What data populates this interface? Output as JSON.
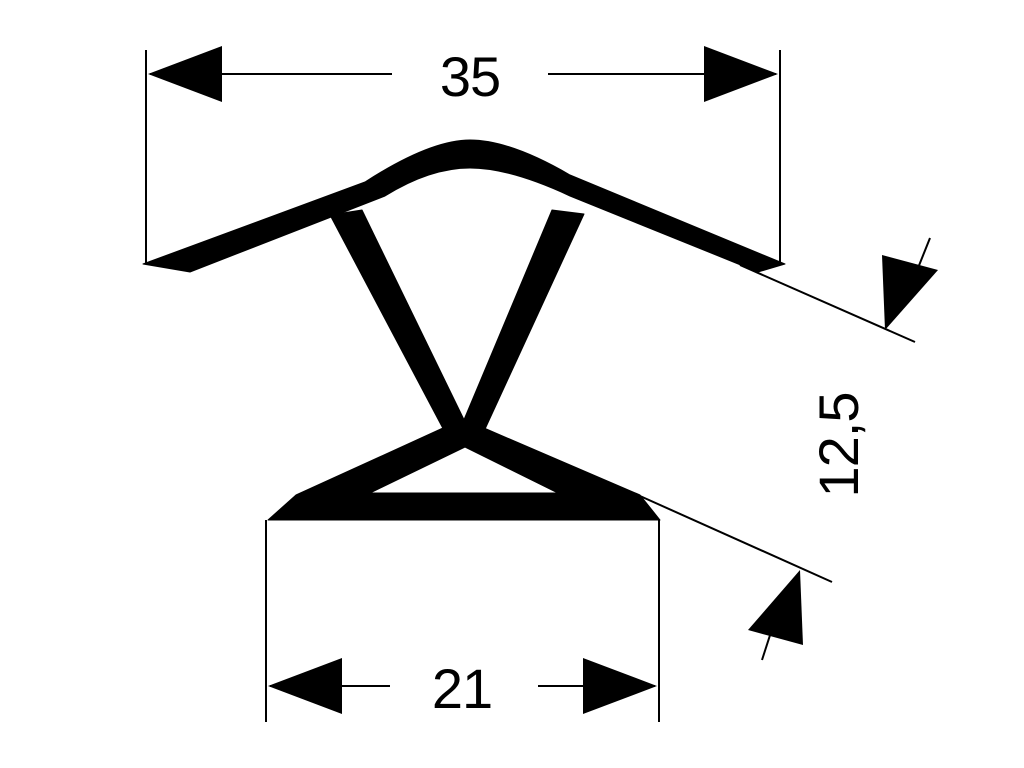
{
  "diagram": {
    "dimensions": {
      "top_width": "35",
      "bottom_width": "21",
      "height": "12,5"
    },
    "colors": {
      "profile": "#000000",
      "line": "#000000",
      "background": "#ffffff"
    }
  }
}
